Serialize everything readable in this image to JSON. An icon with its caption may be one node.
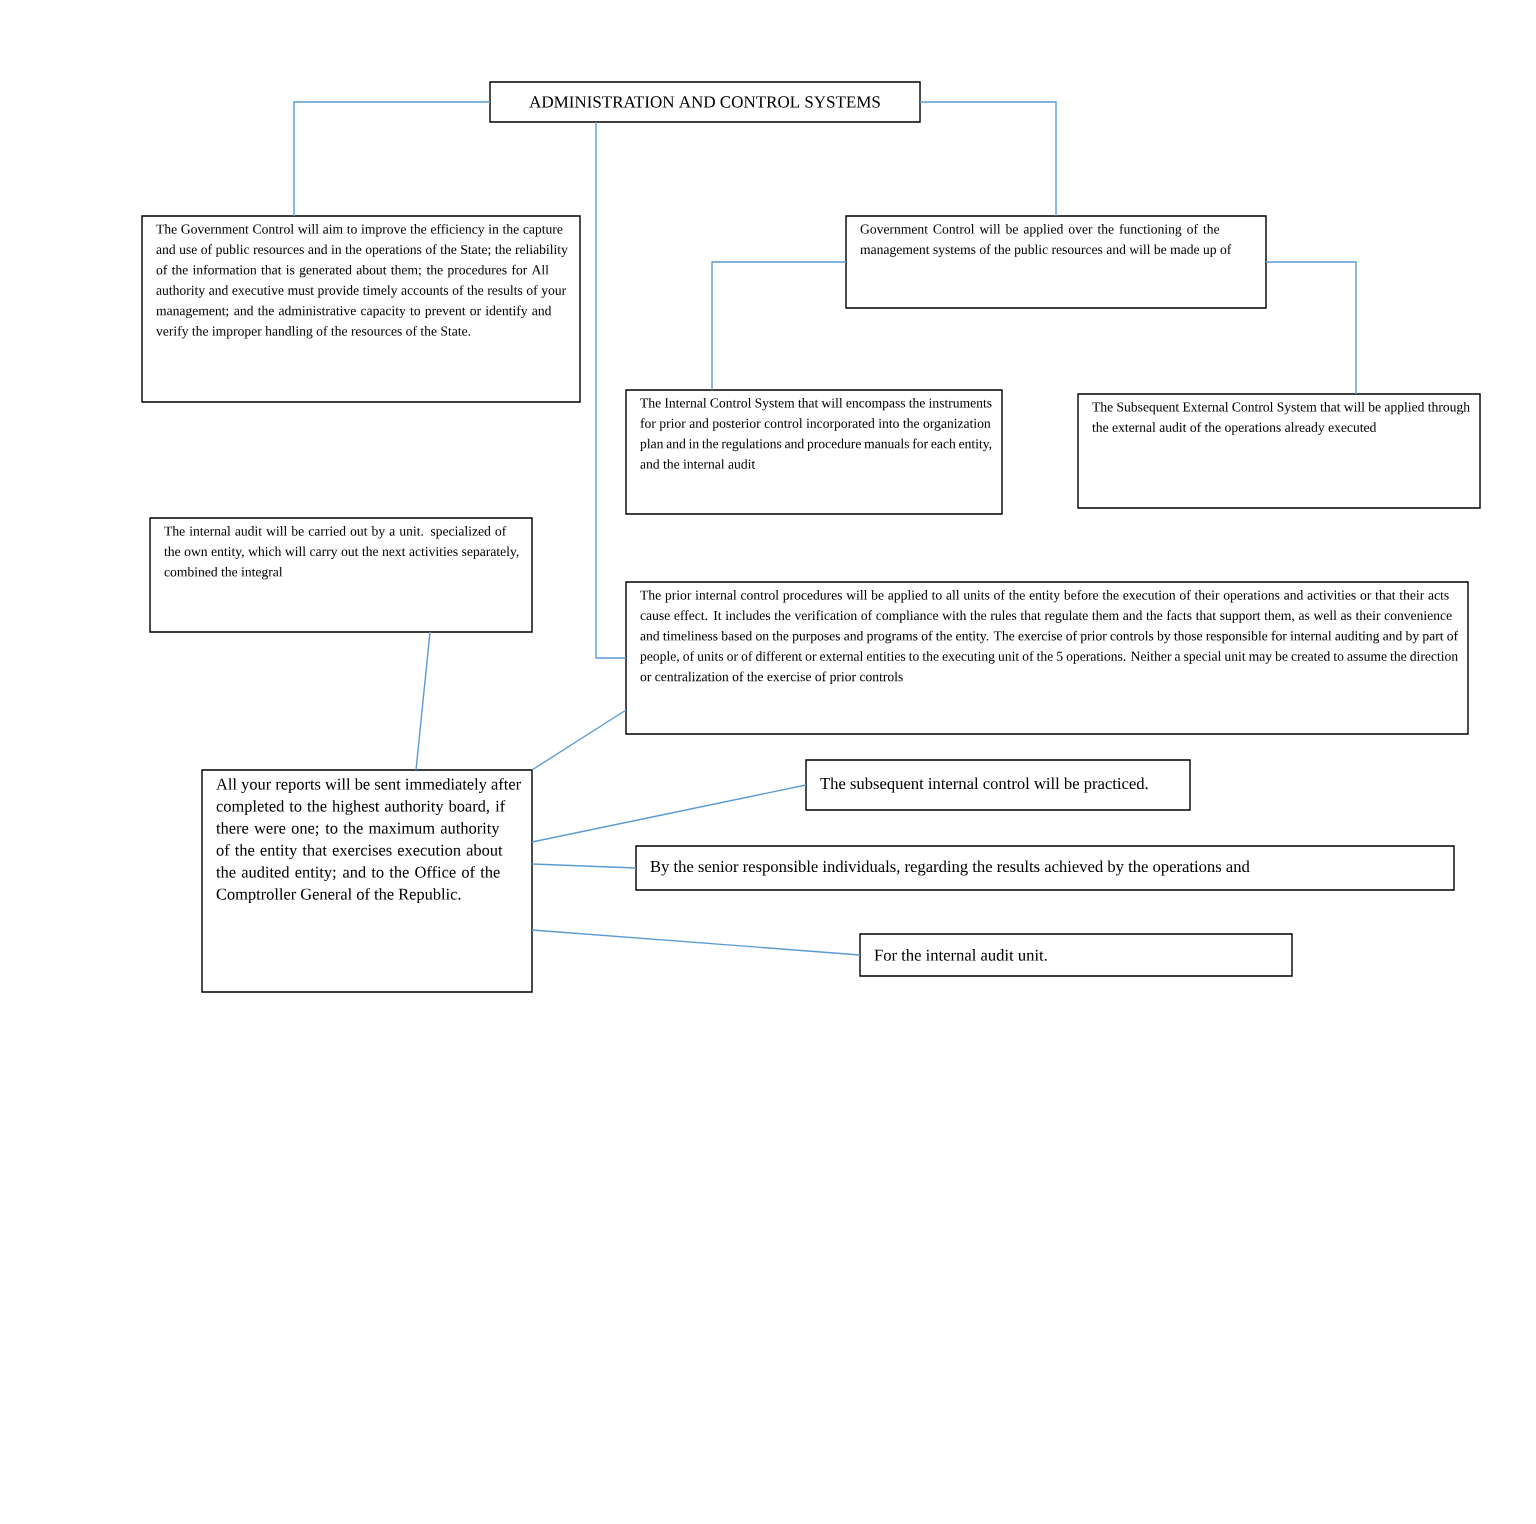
{
  "diagram": {
    "nodes": [
      {
        "text": [
          "ADMINISTRATION AND CONTROL SYSTEMS"
        ]
      },
      {
        "text": [
          "The Government Control will aim to improve the efficiency in the capture and use of public resources and in the operations of the State; the reliability of the information that is generated about them; the procedures for All authority and executive must provide timely accounts of the results of your management; and the administrative capacity to prevent or identify and verify the improper handling of the resources of the State."
        ]
      },
      {
        "text": [
          "Government Control will be applied over the functioning of the management systems of the public resources and will be made up of"
        ]
      },
      {
        "text": [
          "The Internal Control System that will encompass the instruments for prior and posterior control incorporated into the organization plan and in the regulations and procedure manuals for each entity, and the internal audit"
        ]
      },
      {
        "text": [
          "The Subsequent External Control System that will be applied through the external audit of the operations already executed"
        ]
      },
      {
        "text": [
          "The internal audit will be carried out by a unit. specialized of the own entity, which will carry out the next activities separately, combined the integral"
        ]
      },
      {
        "text": [
          "The prior internal control procedures will be applied to all units of the entity before the execution of their operations and activities or that their acts cause effect. It includes the verification of compliance with the rules that regulate them and the facts that support them, as well as their convenience and timeliness based on the purposes and programs of the entity. The exercise of prior controls by those responsible for internal auditing and by part of people, of units or of different or external entities to the executing unit of the 5 operations. Neither a special unit may be created to assume the direction or centralization of the exercise of prior controls"
        ]
      },
      {
        "text": [
          "All your reports will be sent immediately after completed to the highest authority board, if there were one; to the maximum authority of the entity that exercises execution about the audited entity; and to the Office of the Comptroller General of the Republic."
        ]
      },
      {
        "text": [
          "The subsequent internal control will be practiced."
        ]
      },
      {
        "text": [
          "By the senior responsible individuals, regarding the results achieved by the operations and"
        ]
      },
      {
        "text": [
          "For the internal audit unit."
        ]
      }
    ],
    "edges": [
      {
        "from": 0,
        "to": 1,
        "arrow": "none"
      },
      {
        "from": 0,
        "to": 2,
        "arrow": "none"
      },
      {
        "from": 0,
        "to": 6,
        "arrow": "none"
      },
      {
        "from": 2,
        "to": 3,
        "arrow": "none"
      },
      {
        "from": 2,
        "to": 4,
        "arrow": "none"
      },
      {
        "from": 5,
        "to": 7,
        "arrow": "none"
      },
      {
        "from": 6,
        "to": 7,
        "arrow": "none"
      },
      {
        "from": 7,
        "to": 8,
        "arrow": "none"
      },
      {
        "from": 7,
        "to": 9,
        "arrow": "none"
      },
      {
        "from": 7,
        "to": 10,
        "arrow": "none"
      }
    ]
  }
}
